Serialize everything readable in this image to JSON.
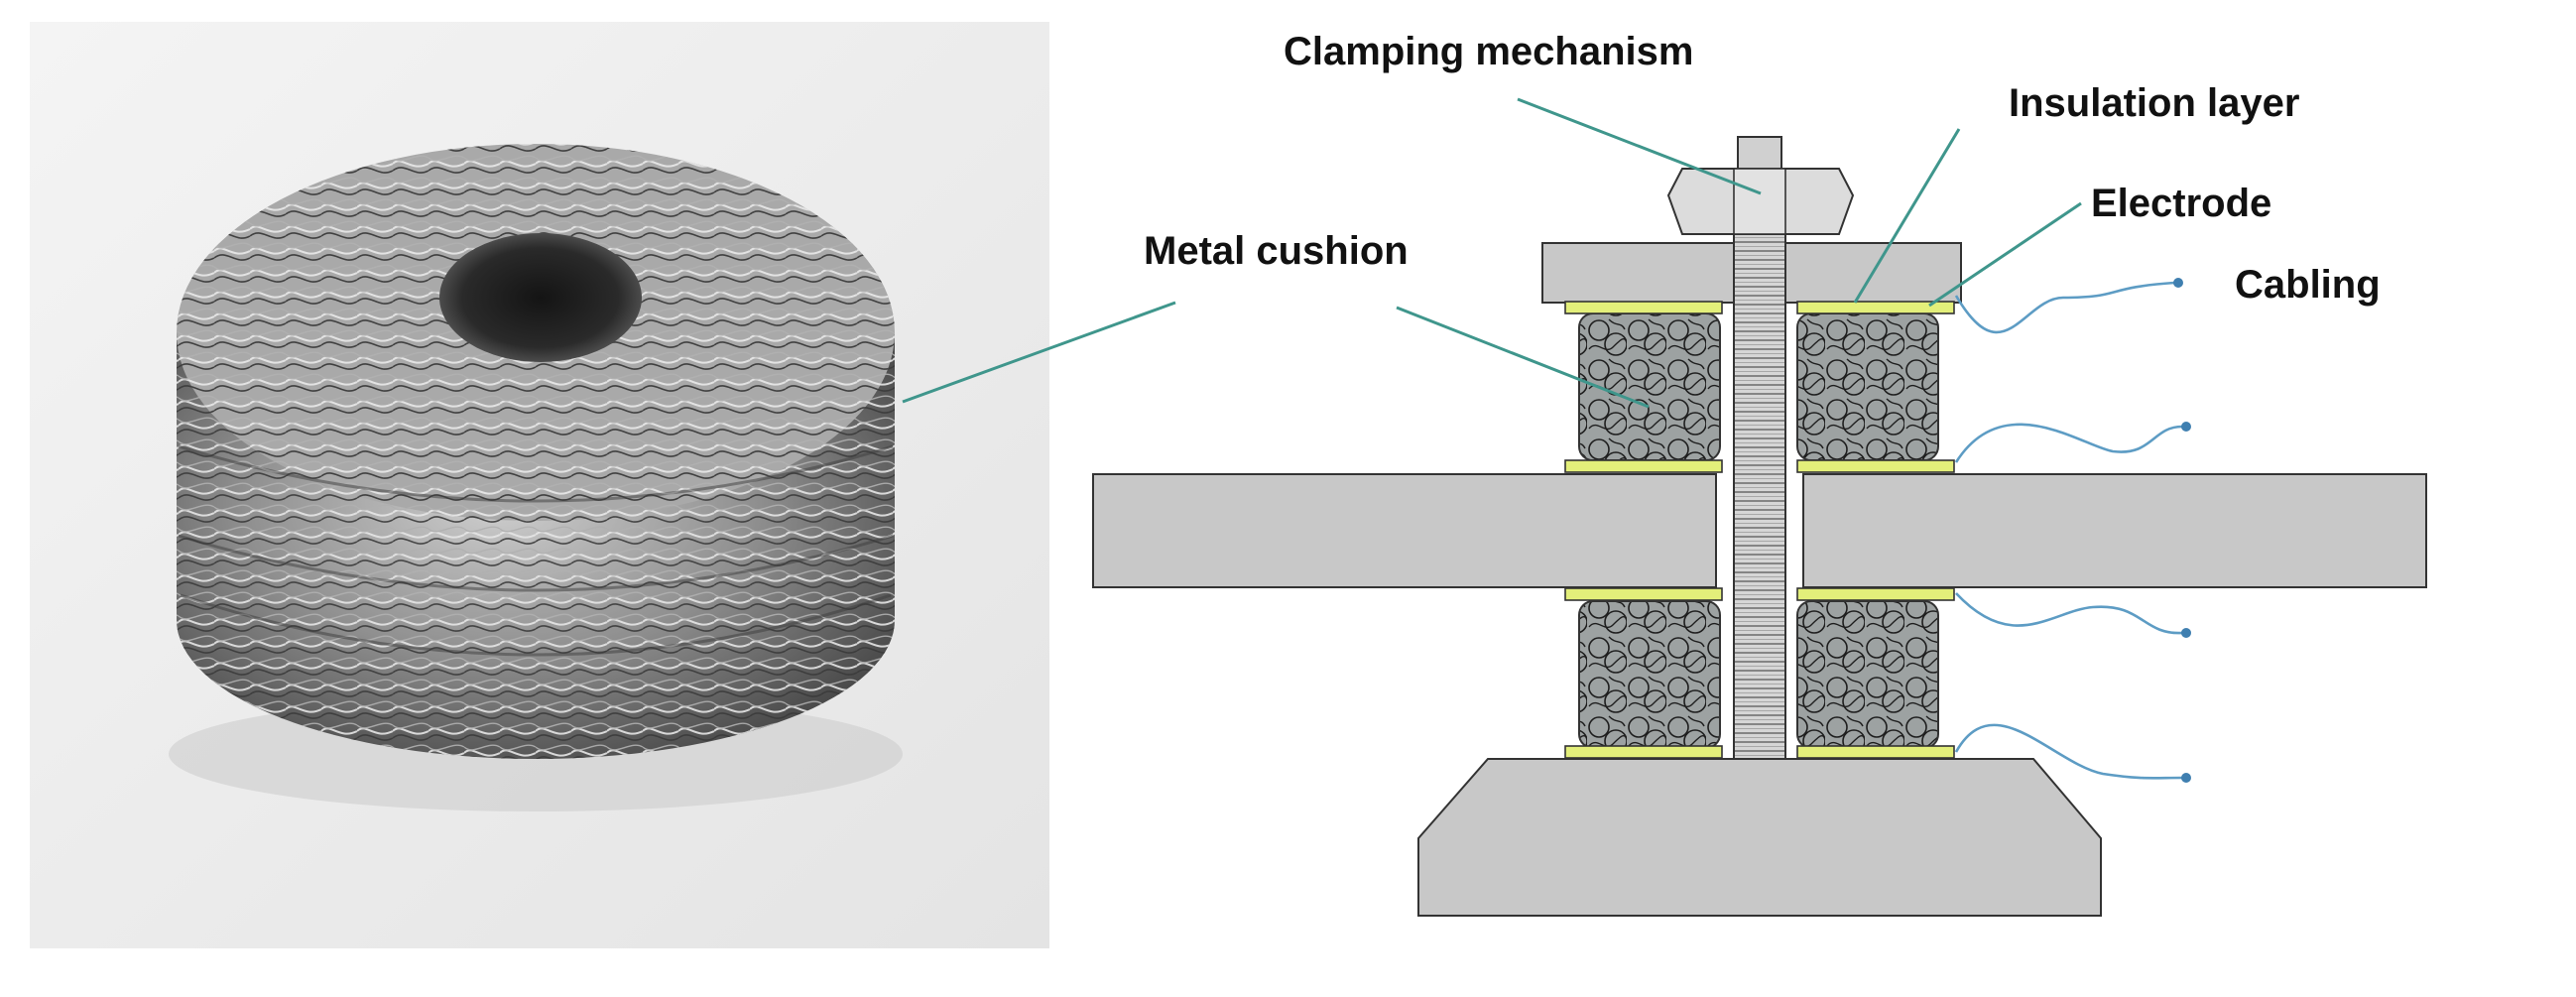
{
  "labels": {
    "clamping_mechanism": "Clamping mechanism",
    "insulation_layer": "Insulation layer",
    "electrode": "Electrode",
    "cabling": "Cabling",
    "metal_cushion": "Metal cushion"
  },
  "colors": {
    "leader_line": "#3f968c",
    "electrode_fill": "#e3ef7a",
    "structure_fill": "#c8c8c8",
    "mesh_fill": "#9da2a2",
    "cable": "#5d9cc4"
  }
}
